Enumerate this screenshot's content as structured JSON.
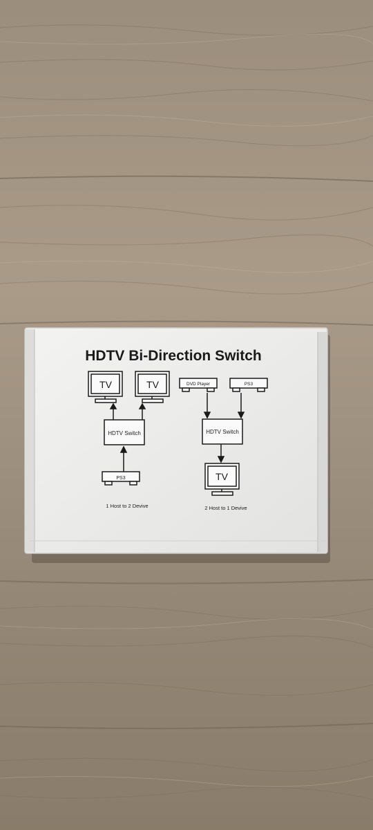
{
  "box": {
    "title": "HDTV Bi-Direction Switch",
    "left_diagram": {
      "display_1": "TV",
      "display_2": "TV",
      "switch": "HDTV Switch",
      "source": "PS3",
      "caption": "1 Host to 2 Devive"
    },
    "right_diagram": {
      "source_1": "DVD Player",
      "source_2": "PS3",
      "switch": "HDTV Switch",
      "display": "TV",
      "caption": "2 Host to 1 Devive"
    }
  },
  "colors": {
    "wood_light": "#a89a88",
    "wood_dark": "#7d6f5e",
    "box_face": "#eeeeee",
    "ink": "#1a1a1a"
  }
}
